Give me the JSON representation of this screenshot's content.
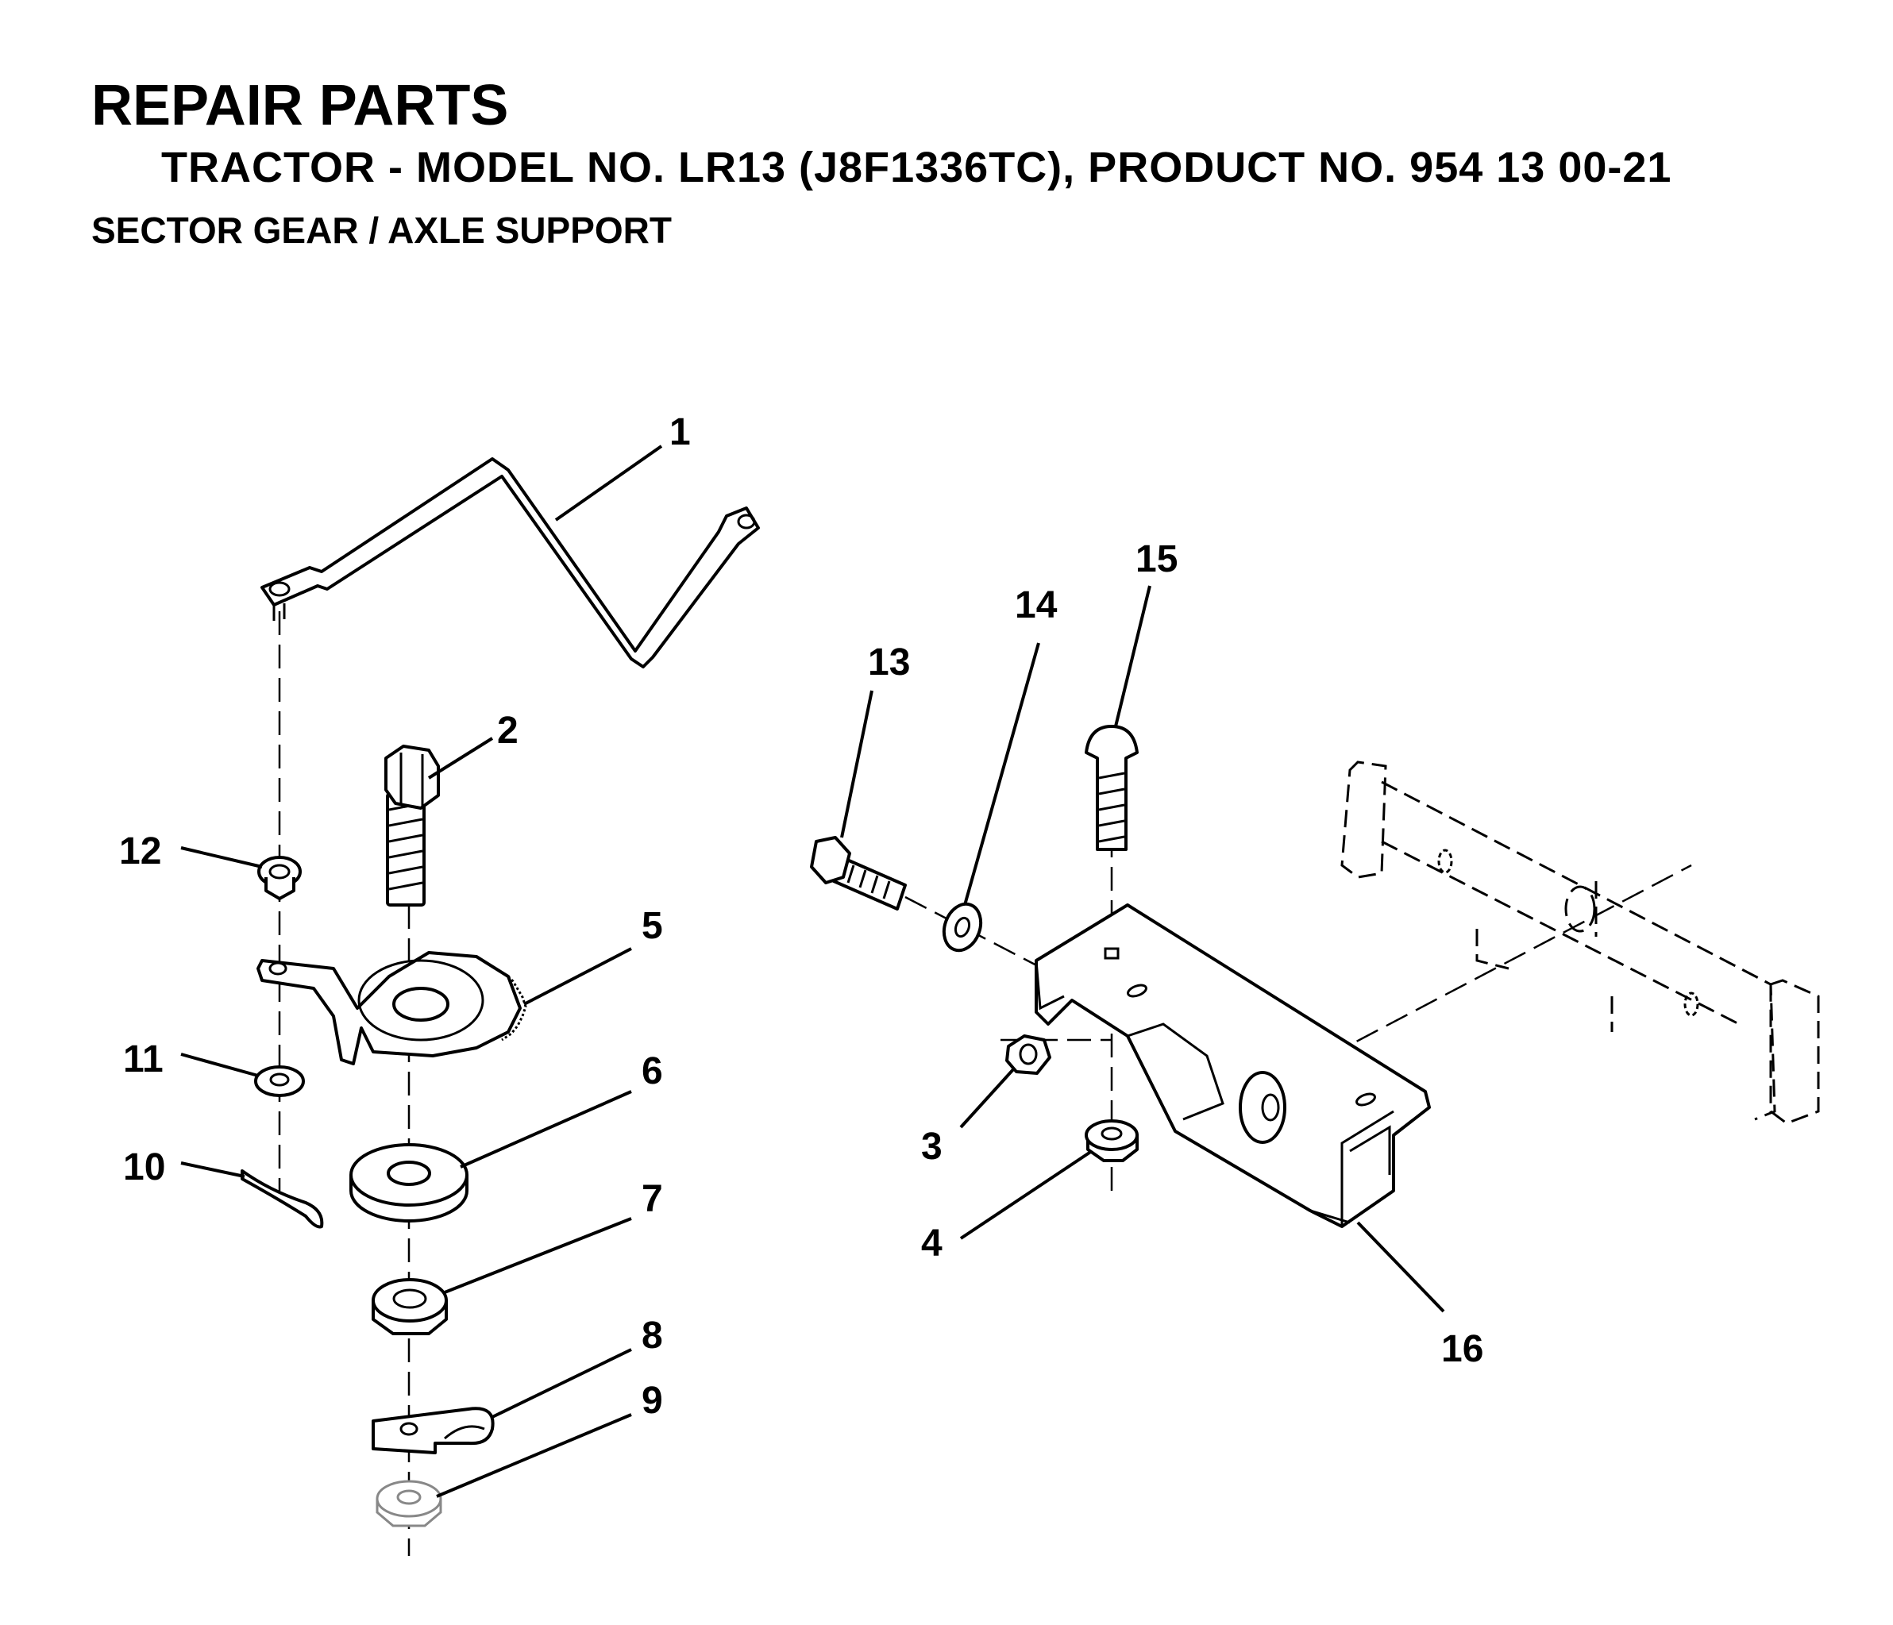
{
  "header": {
    "title": "REPAIR PARTS",
    "model_line": "TRACTOR - MODEL NO. LR13 (J8F1336TC), PRODUCT NO. 954 13 00-21",
    "section": "SECTOR GEAR / AXLE SUPPORT"
  },
  "callouts": [
    "1",
    "2",
    "3",
    "4",
    "5",
    "6",
    "7",
    "8",
    "9",
    "10",
    "11",
    "12",
    "13",
    "14",
    "15",
    "16"
  ]
}
